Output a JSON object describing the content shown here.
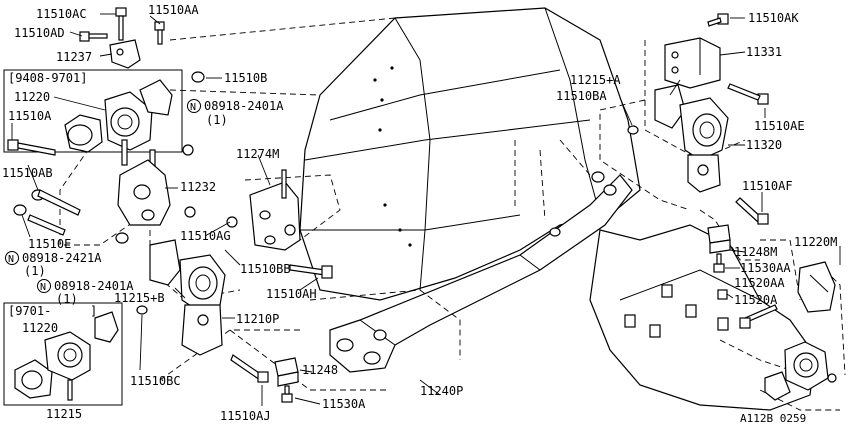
{
  "labels": {
    "p11510AC": "11510AC",
    "p11510AA": "11510AA",
    "p11510AD": "11510AD",
    "p11237": "11237",
    "p11510B": "11510B",
    "range_9408_9701": "[9408-9701]",
    "p11220_top": "11220",
    "nut_n1": "N",
    "p08918_2401A_top": "08918-2401A",
    "qty_1_a": "(1)",
    "p11510A": "11510A",
    "p11510AB": "11510AB",
    "p11232": "11232",
    "p11274M": "11274M",
    "p11510E": "11510E",
    "nut_n2": "N",
    "p08918_2421A": "08918-2421A",
    "qty_1_b": "(1)",
    "nut_n3": "N",
    "p08918_2401A_bot": "08918-2401A",
    "qty_1_c": "(1)",
    "p11510AG": "11510AG",
    "p11510BB": "11510BB",
    "p11510AH": "11510AH",
    "p11215B": "11215+B",
    "p11210P": "11210P",
    "range_9701": "[9701-",
    "range_bracket": "]",
    "p11220_bot": "11220",
    "p11215": "11215",
    "p11510BC": "11510BC",
    "p11248_bot": "11248",
    "p11510AJ": "11510AJ",
    "p11530A": "11530A",
    "p11240P": "11240P",
    "p11510AK": "11510AK",
    "p11331": "11331",
    "p11215A": "11215+A",
    "p11510BA": "11510BA",
    "p11510AE": "11510AE",
    "p11320": "11320",
    "p11510AF": "11510AF",
    "p11248M": "11248M",
    "p11220M": "11220M",
    "p11530AA": "11530AA",
    "p11520AA": "11520AA",
    "p11520A": "11520A",
    "code": "A112B 0259"
  }
}
